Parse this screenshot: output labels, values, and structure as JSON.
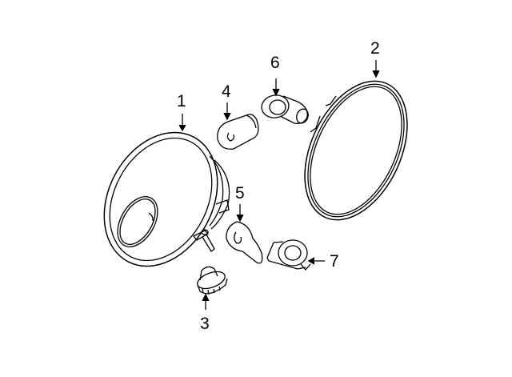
{
  "diagram": {
    "type": "exploded-parts-diagram",
    "subject": "headlamp assembly",
    "colors": {
      "line": "#000000",
      "background": "#ffffff"
    },
    "callouts": [
      {
        "number": "1",
        "part": "headlamp-housing"
      },
      {
        "number": "2",
        "part": "seal-ring"
      },
      {
        "number": "3",
        "part": "adjuster-knob"
      },
      {
        "number": "4",
        "part": "bulb"
      },
      {
        "number": "5",
        "part": "bulb"
      },
      {
        "number": "6",
        "part": "bulb-socket"
      },
      {
        "number": "7",
        "part": "bulb-socket"
      }
    ]
  }
}
